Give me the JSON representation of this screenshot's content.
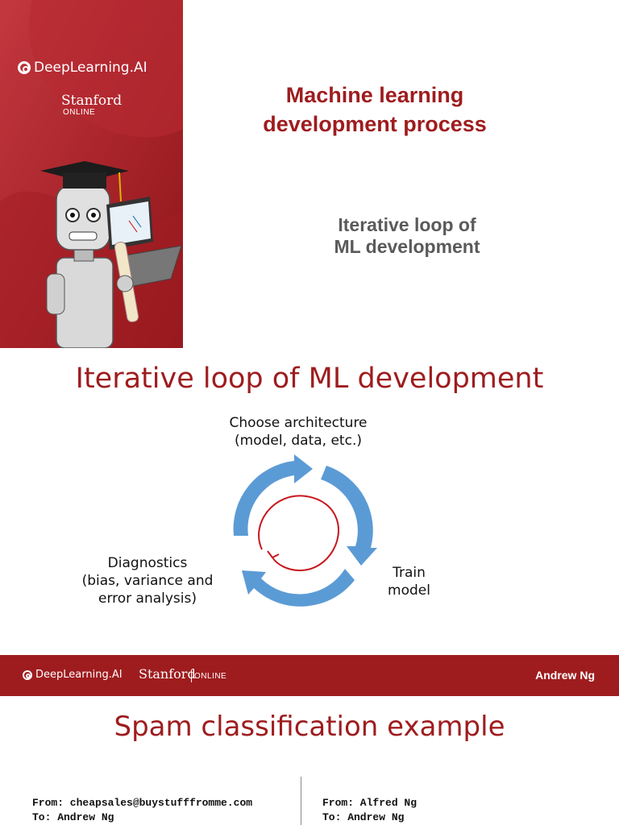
{
  "slide1": {
    "brand": "DeepLearning.AI",
    "university": "Stanford",
    "university_suffix": "ONLINE",
    "title_line1": "Machine learning",
    "title_line2": "development process",
    "subtitle_line1": "Iterative loop of",
    "subtitle_line2": "ML development"
  },
  "slide2": {
    "title": "Iterative loop of ML development",
    "diagram": {
      "top_line1": "Choose architecture",
      "top_line2": "(model, data, etc.)",
      "right_line1": "Train",
      "right_line2": "model",
      "left_line1": "Diagnostics",
      "left_line2": "(bias, variance and",
      "left_line3": "error analysis)"
    },
    "footer": {
      "brand": "DeepLearning.AI",
      "university": "Stanford",
      "university_suffix": "ONLINE",
      "author": "Andrew Ng"
    }
  },
  "slide3": {
    "title": "Spam classification example",
    "email1": {
      "from": "From: cheapsales@buystufffromme.com",
      "to": "To: Andrew Ng"
    },
    "email2": {
      "from": "From: Alfred Ng",
      "to": "To: Andrew Ng"
    }
  },
  "colors": {
    "brand_red": "#9e1c1e",
    "cycle_blue": "#5b9bd5",
    "loop_red": "#c8171e"
  }
}
